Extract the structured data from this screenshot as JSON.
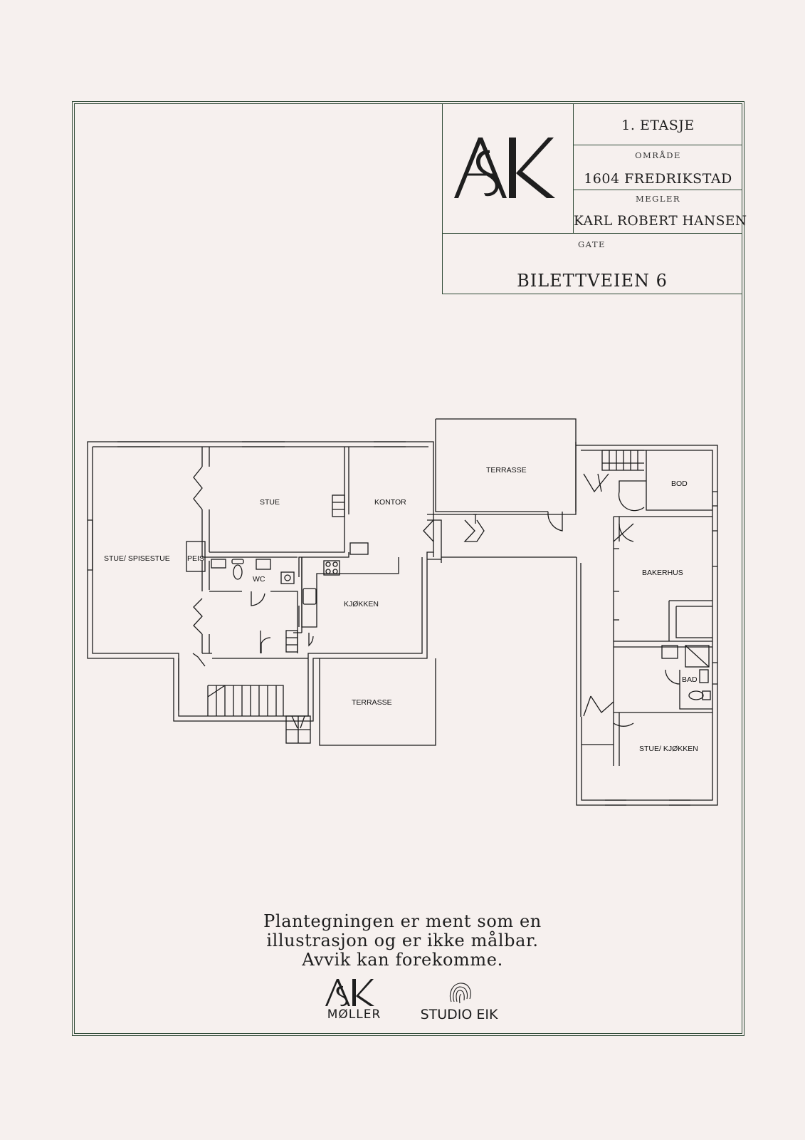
{
  "title_block": {
    "floor": "1. ETASJE",
    "area_label": "OMRÅDE",
    "area": "1604 FREDRIKSTAD",
    "broker_label": "MEGLER",
    "broker": "KARL ROBERT HANSEN",
    "street_label": "GATE",
    "street": "BILETTVEIEN 6",
    "logo": "ASK"
  },
  "rooms": {
    "stue_spisestue": "STUE/ SPISESTUE",
    "peis": "PEIS",
    "stue": "STUE",
    "kontor": "KONTOR",
    "wc": "WC",
    "kjokken": "KJØKKEN",
    "terrasse_top": "TERRASSE",
    "terrasse_bottom": "TERRASSE",
    "bod": "BOD",
    "bakerhus": "BAKERHUS",
    "bad": "BAD",
    "stue_kjokken": "STUE/ KJØKKEN"
  },
  "disclaimer": {
    "line1": "Plantegningen er ment som en",
    "line2": "illustrasjon og er ikke målbar.",
    "line3": "Avvik kan forekomme."
  },
  "footer_logos": {
    "ask_logo": "ASK",
    "ask_sub": "MØLLER",
    "studio": "STUDIO EIK"
  },
  "colors": {
    "frame": "#2f4a36",
    "background": "#f6f0ee",
    "ink": "#1e1e1e"
  }
}
